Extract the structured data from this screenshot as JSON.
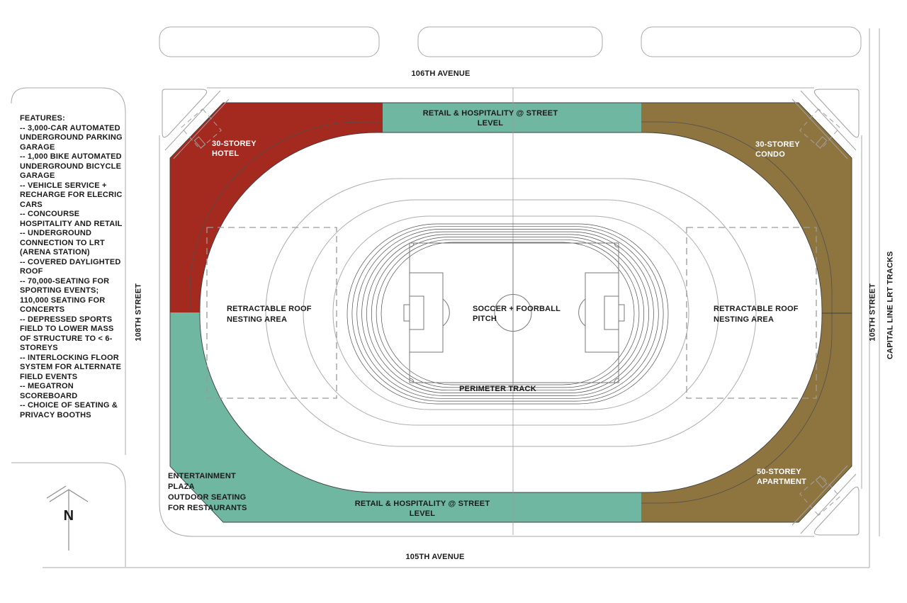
{
  "colors": {
    "hotel_red": "#A42A20",
    "retail_teal": "#70B7A1",
    "tower_brown": "#8E7540"
  },
  "streets": {
    "top": "106TH AVENUE",
    "bottom": "105TH AVENUE",
    "west": "108TH STREET",
    "east": "105TH STREET",
    "lrt": "CAPITAL LINE LRT TRACKS"
  },
  "features_panel": {
    "text": "FEATURES:\n-- 3,000-CAR AUTOMATED UNDERGROUND PARKING GARAGE\n-- 1,000 BIKE AUTOMATED UNDERGROUND BICYCLE GARAGE\n-- VEHICLE SERVICE + RECHARGE FOR ELECRIC CARS\n-- CONCOURSE HOSPITALITY AND RETAIL\n-- UNDERGROUND CONNECTION TO LRT (ARENA STATION)\n-- COVERED DAYLIGHTED ROOF\n-- 70,000-SEATING FOR SPORTING EVENTS; 110,000 SEATING FOR CONCERTS\n-- DEPRESSED SPORTS FIELD TO LOWER MASS OF STRUCTURE TO < 6-STOREYS\n-- INTERLOCKING FLOOR SYSTEM FOR ALTERNATE FIELD EVENTS\n-- MEGATRON SCOREBOARD\n-- CHOICE OF SEATING & PRIVACY BOOTHS"
  },
  "buildings": {
    "hotel": "30-STOREY\nHOTEL",
    "condo": "30-STOREY\nCONDO",
    "apartment": "50-STOREY\nAPARTMENT",
    "retail_top": "RETAIL & HOSPITALITY @ STREET LEVEL",
    "retail_bottom": "RETAIL & HOSPITALITY @ STREET LEVEL",
    "plaza": "ENTERTAINMENT\nPLAZA\nOUTDOOR SEATING\nFOR RESTAURANTS"
  },
  "stadium": {
    "pitch": "SOCCER + FOORBALL\nPITCH",
    "track": "PERIMETER TRACK",
    "roof_west": "RETRACTABLE ROOF\nNESTING AREA",
    "roof_east": "RETRACTABLE ROOF\nNESTING AREA"
  },
  "compass": {
    "north": "N"
  }
}
